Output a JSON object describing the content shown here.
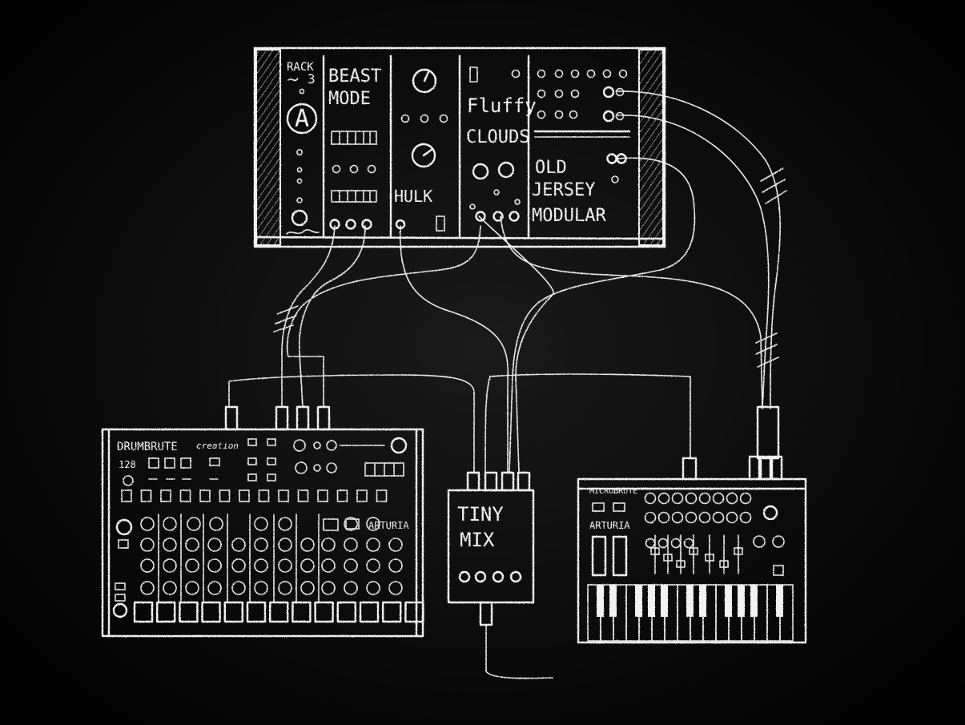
{
  "diagram": {
    "rack": {
      "name_line1": "RACK",
      "name_line2": "3",
      "anarchy_mark": "A",
      "modules": [
        {
          "id": "beast-mode",
          "line1": "BEAST",
          "line2": "MODE"
        },
        {
          "id": "hulk",
          "line1": "HULK"
        },
        {
          "id": "fluffy-clouds",
          "line1": "Fluffy",
          "line2": "CLOUDS"
        },
        {
          "id": "old-jersey-modular",
          "line1": "OLD",
          "line2": "JERSEY",
          "line3": "MODULAR"
        }
      ]
    },
    "drumbrute": {
      "brand": "DRUMBRUTE",
      "subtitle": "creation",
      "step_count": "128",
      "maker": "ARTURIA"
    },
    "tiny_mix": {
      "line1": "TINY",
      "line2": "MIX"
    },
    "keyboard": {
      "model": "MICROBRUTE",
      "maker": "ARTURIA"
    }
  }
}
